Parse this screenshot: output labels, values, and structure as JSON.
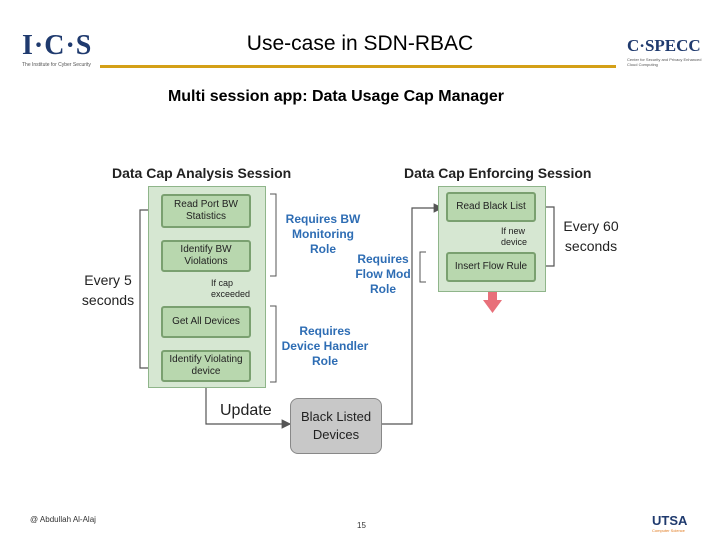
{
  "header": {
    "title": "Use-case in SDN-RBAC",
    "logo_left": "I·C·S",
    "logo_left_sub": "The Institute for Cyber Security",
    "logo_right": "C·SPECC",
    "logo_right_sub": "Center for Security and Privacy Enhanced Cloud Computing"
  },
  "subtitle": "Multi session app: Data Usage Cap Manager",
  "diagram": {
    "analysis_session": {
      "title": "Data Cap Analysis Session",
      "steps": [
        "Read Port BW Statistics",
        "Identify BW Violations",
        "Get All Devices",
        "Identify Violating device"
      ],
      "condition": "If cap exceeded",
      "timer": "Every 5 seconds"
    },
    "enforcing_session": {
      "title": "Data Cap Enforcing Session",
      "steps": [
        "Read Black List",
        "Insert Flow Rule"
      ],
      "condition": "If new device",
      "timer": "Every 60 seconds"
    },
    "roles": {
      "bw_monitoring": "Requires BW Monitoring Role",
      "flow_mod": "Requires Flow Mod Role",
      "device_handler": "Requires Device Handler Role"
    },
    "update_label": "Update",
    "black_list": "Black Listed Devices"
  },
  "footer": {
    "author": "@ Abdullah Al-Alaj",
    "page": "15",
    "logo": "UTSA",
    "logo_sub": "Computer Science"
  },
  "colors": {
    "accent_rule": "#d4a017",
    "session_panel": "#d6e7d2",
    "step_box": "#b8d7ae",
    "role_text": "#2e6db4",
    "flow_arrow": "#e8707a"
  }
}
